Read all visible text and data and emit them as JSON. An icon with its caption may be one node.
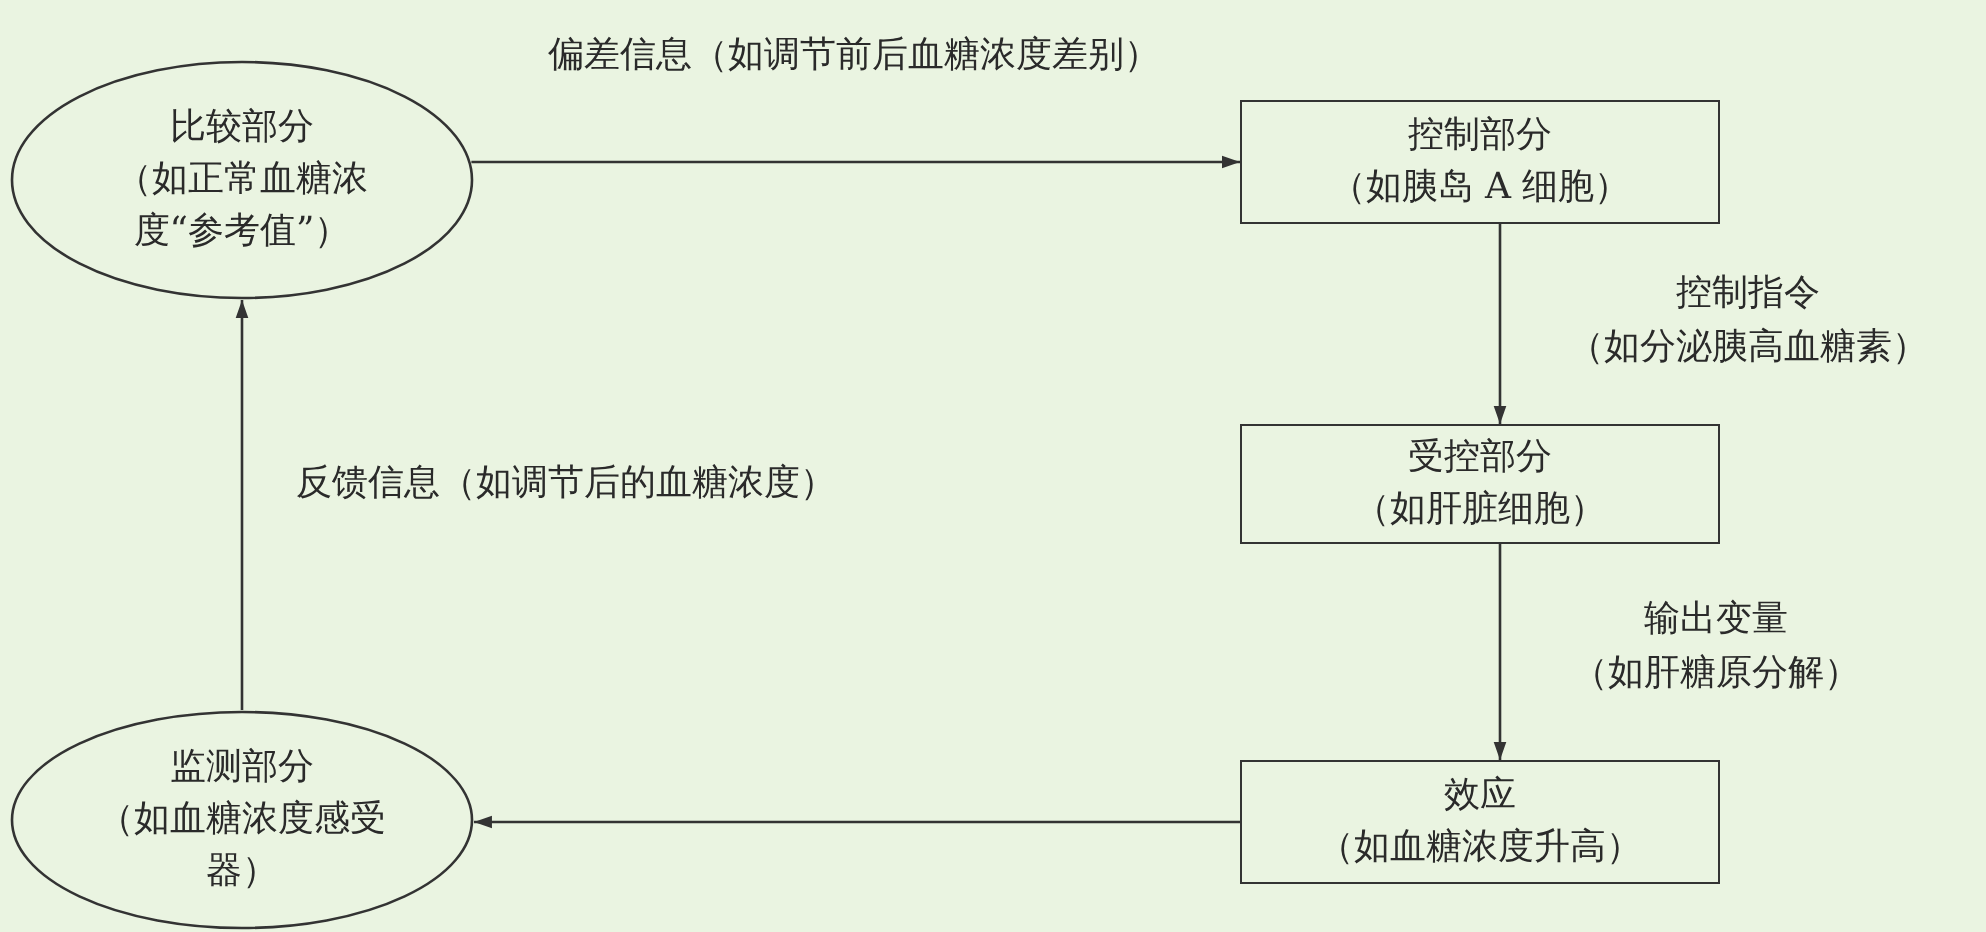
{
  "diagram": {
    "nodes": [
      {
        "text": [
          "比较部分",
          "（如正常血糖浓度“参考值”）"
        ]
      },
      {
        "text": [
          "控制部分",
          "（如胰岛 A 细胞）"
        ]
      },
      {
        "text": [
          "受控部分",
          "（如肝脏细胞）"
        ]
      },
      {
        "text": [
          "效应",
          "（如血糖浓度升高）"
        ]
      },
      {
        "text": [
          "监测部分",
          "（如血糖浓度感受器）"
        ]
      }
    ],
    "edges": [
      {
        "from": 0,
        "to": 1,
        "arrow": "to",
        "label": "偏差信息（如调节前后血糖浓度差别）"
      },
      {
        "from": 1,
        "to": 2,
        "arrow": "to",
        "label": "控制指令（如分泌胰高血糖素）"
      },
      {
        "from": 2,
        "to": 3,
        "arrow": "to",
        "label": "输出变量（如肝糖原分解）"
      },
      {
        "from": 3,
        "to": 4,
        "arrow": "to"
      },
      {
        "from": 4,
        "to": 0,
        "arrow": "to",
        "label": "反馈信息（如调节后的血糖浓度）"
      }
    ]
  }
}
